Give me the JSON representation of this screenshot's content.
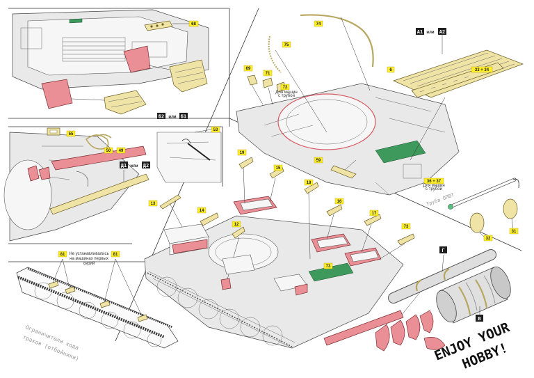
{
  "labels": {
    "p68": "68",
    "p74": "74",
    "p75": "75",
    "p69": "69",
    "p71": "71",
    "p72": "72",
    "p6": "6",
    "p33_34": "33 + 34",
    "p55": "55",
    "p50": "50",
    "p49": "49",
    "p53": "53",
    "p59": "59",
    "p36_37": "36 + 37",
    "p19": "19",
    "p15": "15",
    "p18": "18",
    "p16": "16",
    "p17": "17",
    "p73a": "73",
    "p73b": "73",
    "p13": "13",
    "p14": "14",
    "p12": "12",
    "p81a": "81",
    "p81b": "81",
    "p31": "31",
    "p32": "32"
  },
  "dark_tags": {
    "a1_or_a2": [
      "А1",
      "или",
      "А2"
    ],
    "b2_or_b1": [
      "Б2",
      "или",
      "Б1"
    ],
    "d1_or_d2": [
      "Д1",
      "или",
      "Д2"
    ],
    "g": "Г",
    "v": "В"
  },
  "notes": {
    "for_variant_a": "Для машин",
    "for_variant_b": "с трубой",
    "for_machines_2": "Для машин",
    "with_pipe_2": "с трубой",
    "not_installed_line1": "Не устанавливались",
    "not_installed_line2": "на машинах первых",
    "not_installed_line3": "серий",
    "pipe_opvt": "Труба ОПВТ",
    "track_limiter_line1": "Ограничители хода",
    "track_limiter_line2": "траков (отбойники)",
    "enjoy_line1": "ENJOY YOUR",
    "enjoy_line2": "HOBBY!"
  }
}
